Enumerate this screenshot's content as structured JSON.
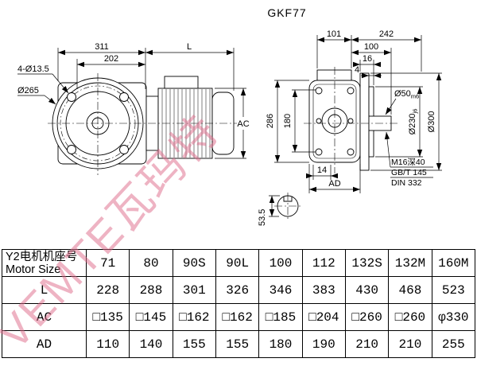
{
  "title": "GKF77",
  "watermark": "VEMTE瓦玛特",
  "front_view": {
    "bolt_holes": "4-Ø13.5",
    "flange_dia": "Ø265",
    "dim_311": "311",
    "dim_202": "202",
    "dim_L": "L",
    "dim_AC": "AC"
  },
  "side_view": {
    "dim_101": "101",
    "dim_242": "242",
    "dim_100": "100",
    "dim_16": "16",
    "dim_4": "4",
    "shaft_dia": "Ø50",
    "shaft_fit": "m6",
    "spigot_dia": "Ø230",
    "spigot_fit": "j6",
    "flange_od": "Ø300",
    "dim_286": "286",
    "dim_180": "180",
    "dim_14": "14",
    "dim_AD": "AD",
    "dim_53_5": "53.5",
    "note_line1": "M16深40",
    "note_line2": "GB/T 145",
    "note_line3": "DIN 332"
  },
  "table": {
    "header_cn": "Y2电机机座号",
    "header_en": "Motor Size",
    "sizes": [
      "71",
      "80",
      "90S",
      "90L",
      "100",
      "112",
      "132S",
      "132M",
      "160M"
    ],
    "rows": [
      {
        "label": "L",
        "values": [
          "228",
          "288",
          "301",
          "326",
          "346",
          "383",
          "430",
          "468",
          "523"
        ]
      },
      {
        "label": "AC",
        "values": [
          "□135",
          "□145",
          "□162",
          "□162",
          "□185",
          "□204",
          "□260",
          "□260",
          "φ330"
        ]
      },
      {
        "label": "AD",
        "values": [
          "110",
          "140",
          "155",
          "155",
          "180",
          "190",
          "210",
          "210",
          "255"
        ]
      }
    ]
  }
}
